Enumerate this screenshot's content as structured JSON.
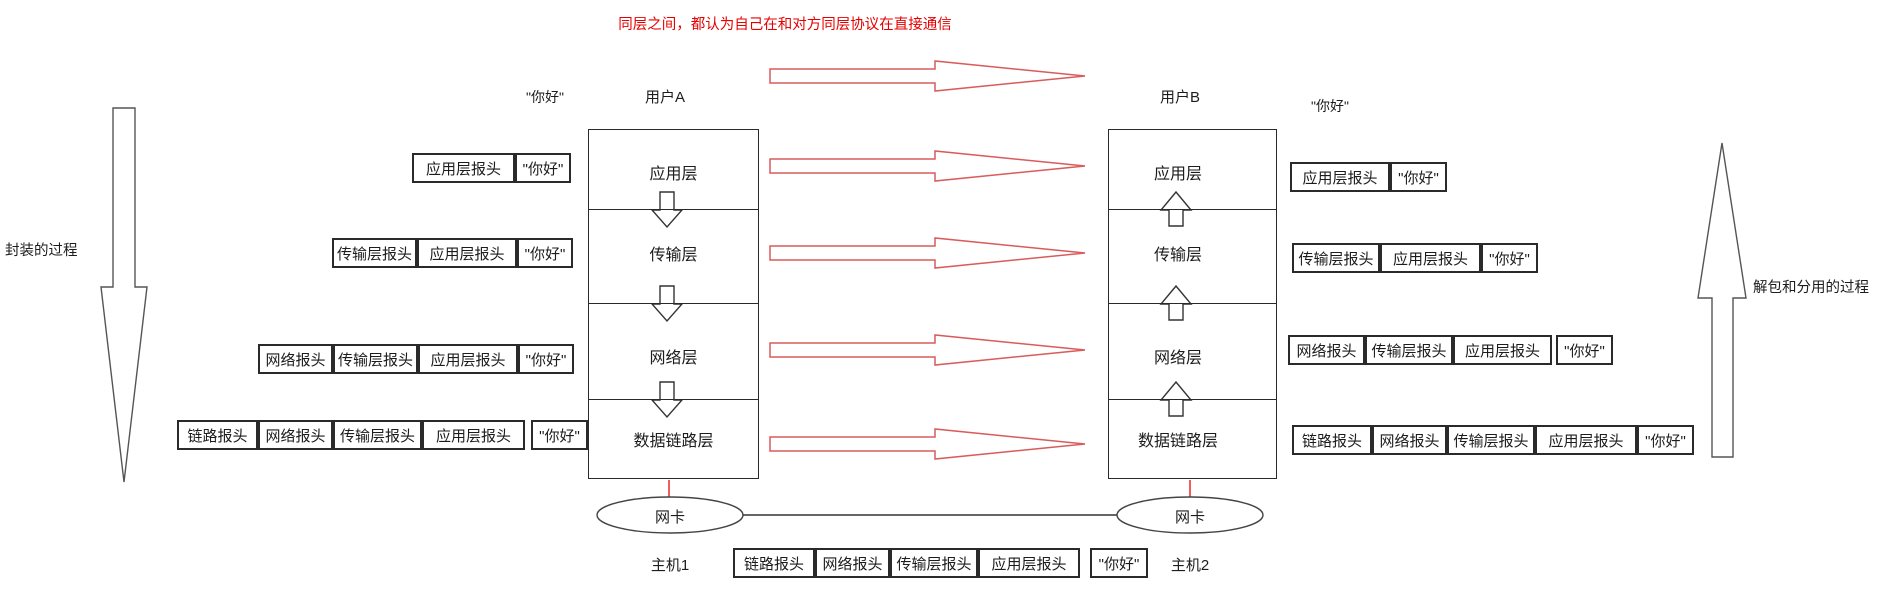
{
  "title": "同层之间，都认为自己在和对方同层协议在直接通信",
  "annotations": {
    "encapsulation": "封装的过程",
    "decapsulation": "解包和分用的过程"
  },
  "colors": {
    "title_red": "#e60000",
    "arrow_red": "#d95b5b",
    "connector_red": "#ee3333",
    "line_black": "#2a2a2a"
  },
  "icons": {
    "peer_arrow": "red-outline-right-arrow",
    "encapsulation_arrow": "outline-down-arrow",
    "decapsulation_arrow": "outline-up-arrow",
    "layer_down_arrow": "outline-down-arrow",
    "layer_up_arrow": "outline-up-arrow",
    "nic_shape": "ellipse"
  },
  "stack_left": {
    "user": "用户A",
    "payload": "\"你好\"",
    "host": "主机1",
    "nic": "网卡",
    "layers": [
      "应用层",
      "传输层",
      "网络层",
      "数据链路层"
    ]
  },
  "stack_right": {
    "user": "用户B",
    "payload": "\"你好\"",
    "host": "主机2",
    "nic": "网卡",
    "layers": [
      "应用层",
      "传输层",
      "网络层",
      "数据链路层"
    ]
  },
  "rows_left": [
    {
      "boxes": [
        "应用层报头",
        "\"你好\""
      ]
    },
    {
      "boxes": [
        "传输层报头",
        "应用层报头",
        "\"你好\""
      ]
    },
    {
      "boxes": [
        "网络报头",
        "传输层报头",
        "应用层报头",
        "\"你好\""
      ]
    },
    {
      "boxes": [
        "链路报头",
        "网络报头",
        "传输层报头",
        "应用层报头",
        "\"你好\""
      ]
    }
  ],
  "rows_right": [
    {
      "boxes": [
        "应用层报头",
        "\"你好\""
      ]
    },
    {
      "boxes": [
        "传输层报头",
        "应用层报头",
        "\"你好\""
      ]
    },
    {
      "boxes": [
        "网络报头",
        "传输层报头",
        "应用层报头",
        "\"你好\""
      ]
    },
    {
      "boxes": [
        "链路报头",
        "网络报头",
        "传输层报头",
        "应用层报头",
        "\"你好\""
      ]
    }
  ],
  "bottom_frame": {
    "boxes": [
      "链路报头",
      "网络报头",
      "传输层报头",
      "应用层报头",
      "\"你好\""
    ]
  }
}
